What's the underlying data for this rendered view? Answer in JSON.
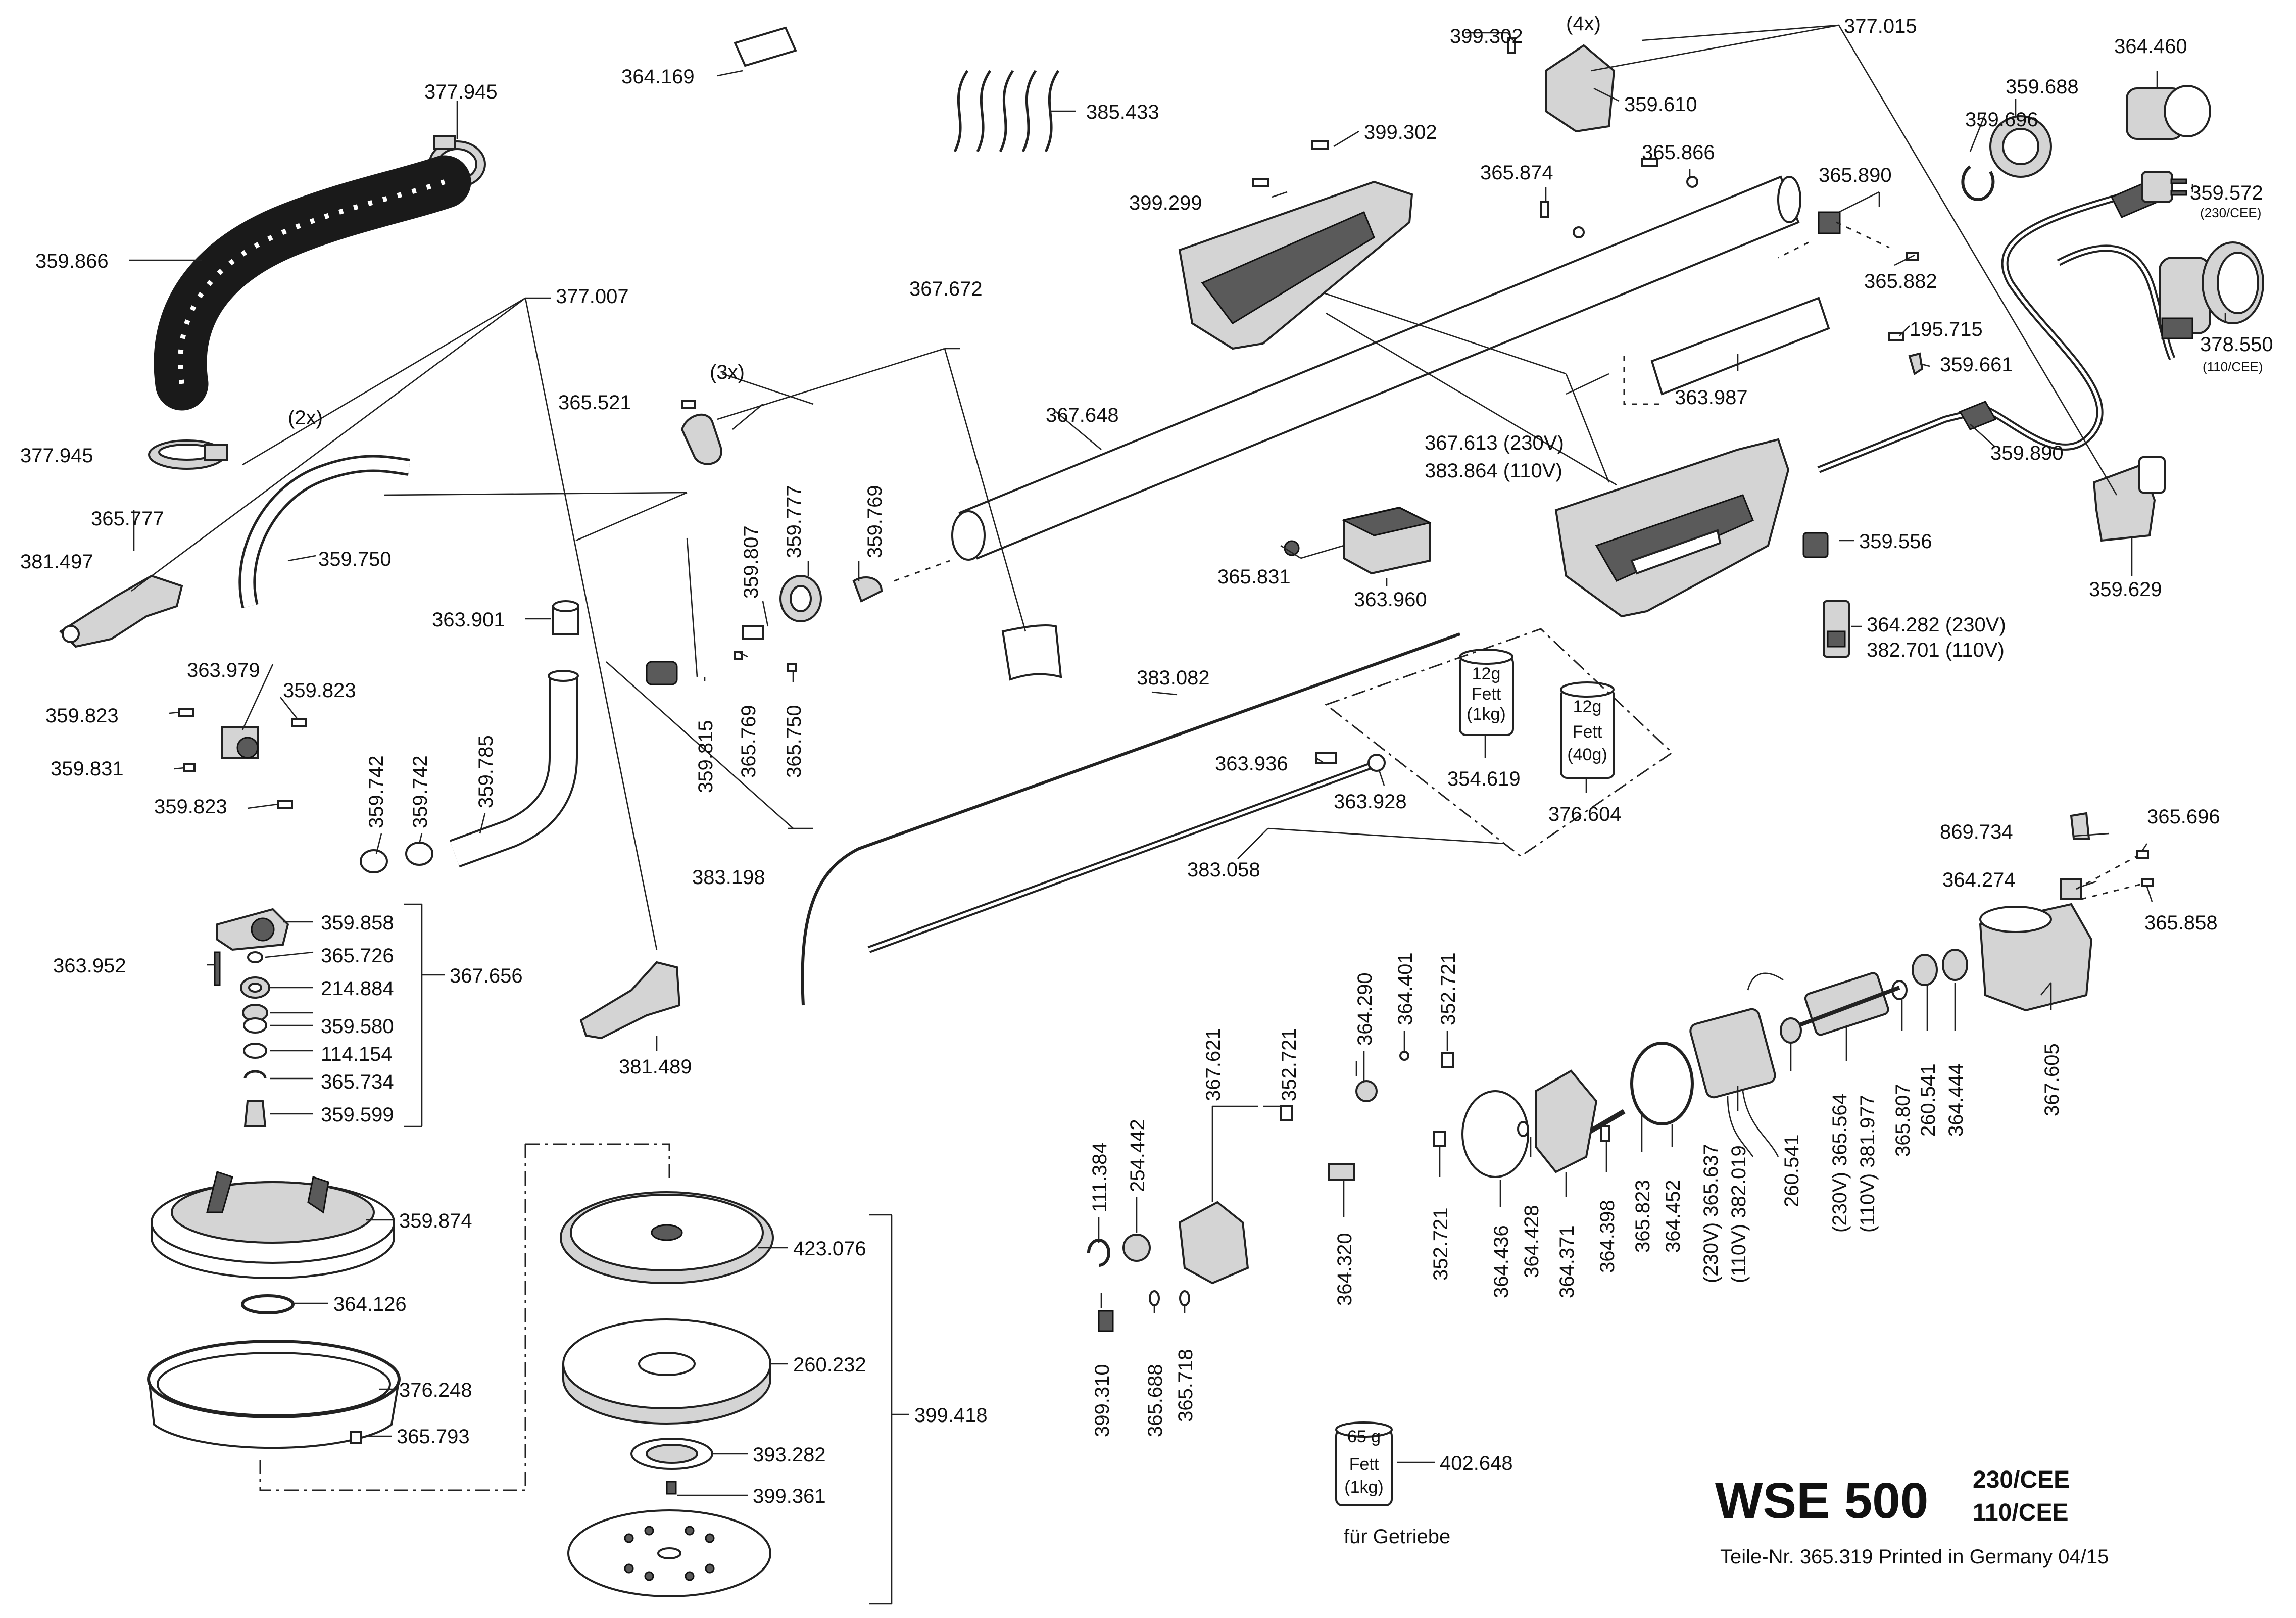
{
  "model": {
    "name": "WSE 500",
    "variant_a": "230/CEE",
    "variant_b": "110/CEE"
  },
  "footer": "Teile-Nr. 365.319  Printed in Germany 04/15",
  "grease_note": "für Getriebe",
  "qty": {
    "q4": "(4x)",
    "q3": "(3x)",
    "q2": "(2x)"
  },
  "jars": {
    "a": {
      "l1": "12g",
      "l2": "Fett",
      "l3": "(1kg)"
    },
    "b": {
      "l1": "12g",
      "l2": "Fett",
      "l3": "(40g)"
    },
    "c": {
      "l1": "65 g",
      "l2": "Fett",
      "l3": "(1kg)"
    }
  },
  "parts": {
    "p377015": "377.015",
    "p399302a": "399.302",
    "p364460": "364.460",
    "p359610": "359.610",
    "p399302b": "399.302",
    "p359688": "359.688",
    "p359696": "359.696",
    "p364169": "364.169",
    "p385433": "385.433",
    "p377945a": "377.945",
    "p365874": "365.874",
    "p365866": "365.866",
    "p399299": "399.299",
    "p365890": "365.890",
    "p359572": "359.572",
    "p359572n": "(230/CEE)",
    "p365882": "365.882",
    "p359866": "359.866",
    "p377007": "377.007",
    "p367672": "367.672",
    "p195715": "195.715",
    "p359661": "359.661",
    "p378550": "378.550",
    "p378550n": "(110/CEE)",
    "p365521": "365.521",
    "p363987": "363.987",
    "p367648": "367.648",
    "p377945b": "377.945",
    "p367613": "367.613 (230V)",
    "p383864": "383.864 (110V)",
    "p359890": "359.890",
    "p365777": "365.777",
    "p359807": "359.807",
    "p359777": "359.777",
    "p359769": "359.769",
    "p381497": "381.497",
    "p359750": "359.750",
    "p365831": "365.831",
    "p359556": "359.556",
    "p363960": "363.960",
    "p359629": "359.629",
    "p363901": "363.901",
    "p364282": "364.282 (230V)",
    "p382701": "382.701 (110V)",
    "p383082": "383.082",
    "p363979": "363.979",
    "p359823a": "359.823",
    "p359823b": "359.823",
    "p359815": "359.815",
    "p365769": "365.769",
    "p365750": "365.750",
    "p359831": "359.831",
    "p359742a": "359.742",
    "p359742b": "359.742",
    "p359785": "359.785",
    "p363936": "363.936",
    "p359823c": "359.823",
    "p354619": "354.619",
    "p363928": "363.928",
    "p376604": "376.604",
    "p383198": "383.198",
    "p383058": "383.058",
    "p869734": "869.734",
    "p365696": "365.696",
    "p364274": "364.274",
    "p359858": "359.858",
    "p365858": "365.858",
    "p363952": "363.952",
    "p365726": "365.726",
    "p367656": "367.656",
    "p214884": "214.884",
    "p359580": "359.580",
    "p114154": "114.154",
    "p365734": "365.734",
    "p359599": "359.599",
    "p381489": "381.489",
    "p364290": "364.290",
    "p364401": "364.401",
    "p352721a": "352.721",
    "p367621": "367.621",
    "p352721b": "352.721",
    "p111384": "111.384",
    "p254442": "254.442",
    "p364452": "364.452",
    "p365637": "(230V) 365.637",
    "p382019": "(110V) 382.019",
    "p260541a": "260.541",
    "p365564": "(230V) 365.564",
    "p381977": "(110V) 381.977",
    "p365807": "365.807",
    "p260541b": "260.541",
    "p364444": "364.444",
    "p367605": "367.605",
    "p359874": "359.874",
    "p423076": "423.076",
    "p364126": "364.126",
    "p364320": "364.320",
    "p352721c": "352.721",
    "p364436": "364.436",
    "p364428": "364.428",
    "p364371": "364.371",
    "p364398": "364.398",
    "p365823": "365.823",
    "p260232": "260.232",
    "p376248": "376.248",
    "p399418": "399.418",
    "p365793": "365.793",
    "p399310": "399.310",
    "p365688": "365.688",
    "p365718": "365.718",
    "p393282": "393.282",
    "p402648": "402.648",
    "p399361": "399.361"
  }
}
